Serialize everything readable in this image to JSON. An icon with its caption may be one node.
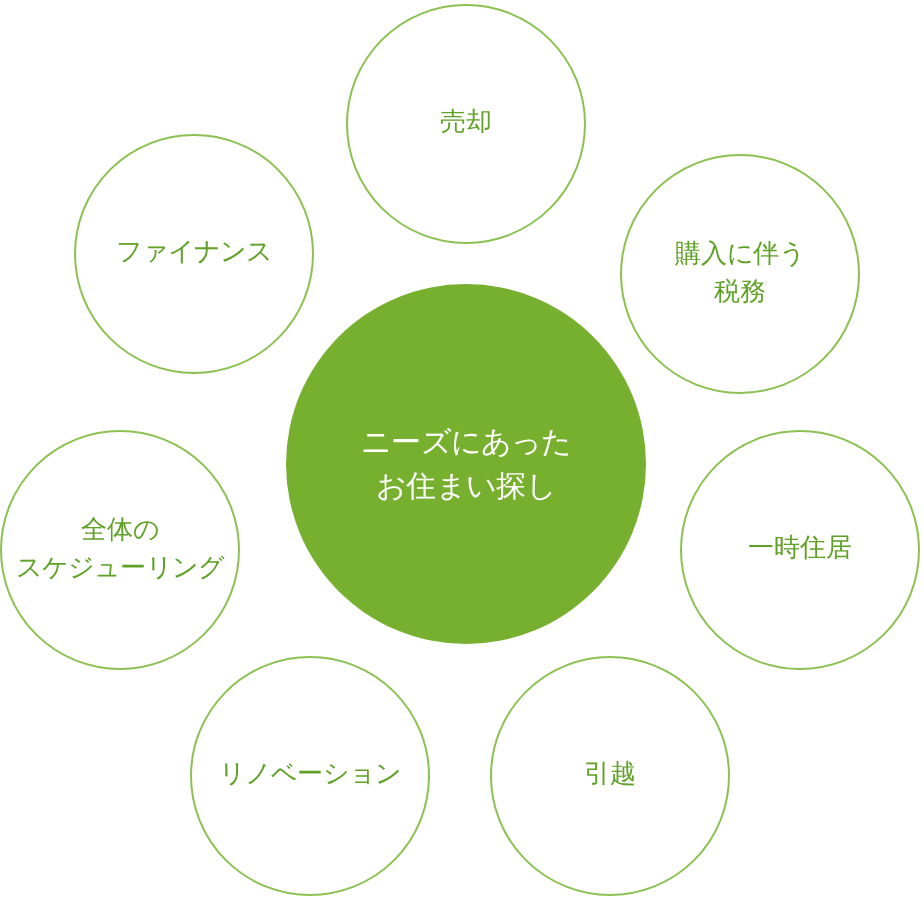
{
  "diagram": {
    "nodes": [
      {
        "text": [
          "ニーズにあったお住まい探し"
        ]
      },
      {
        "text": [
          "売却"
        ]
      },
      {
        "text": [
          "購入に伴う税務"
        ]
      },
      {
        "text": [
          "一時住居"
        ]
      },
      {
        "text": [
          "引越"
        ]
      },
      {
        "text": [
          "リノベーション"
        ]
      },
      {
        "text": [
          "全体のスケジューリング"
        ]
      },
      {
        "text": [
          "ファイナンス"
        ]
      }
    ]
  }
}
